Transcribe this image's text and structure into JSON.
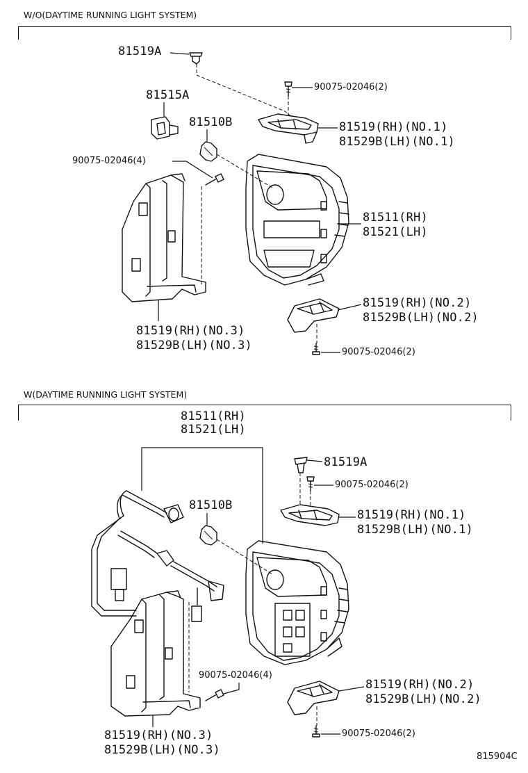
{
  "sections": [
    {
      "title": "W/O(DAYTIME RUNNING LIGHT SYSTEM)",
      "labels": {
        "clip_a": "81519A",
        "socket": "81515A",
        "bulb": "81510B",
        "screw_4": "90075-02046(4)",
        "screw_top": "90075-02046(2)",
        "bracket1_rh": "81519(RH)(NO.1)",
        "bracket1_lh": "81529B(LH)(NO.1)",
        "lamp_rh": "81511(RH)",
        "lamp_lh": "81521(LH)",
        "bracket2_rh": "81519(RH)(NO.2)",
        "bracket2_lh": "81529B(LH)(NO.2)",
        "screw_bottom": "90075-02046(2)",
        "bracket3_rh": "81519(RH)(NO.3)",
        "bracket3_lh": "81529B(LH)(NO.3)"
      }
    },
    {
      "title": "W(DAYTIME RUNNING LIGHT SYSTEM)",
      "labels": {
        "lamp_rh": "81511(RH)",
        "lamp_lh": "81521(LH)",
        "clip_a": "81519A",
        "screw_top": "90075-02046(2)",
        "bracket1_rh": "81519(RH)(NO.1)",
        "bracket1_lh": "81529B(LH)(NO.1)",
        "bulb": "81510B",
        "screw_4": "90075-02046(4)",
        "bracket2_rh": "81519(RH)(NO.2)",
        "bracket2_lh": "81529B(LH)(NO.2)",
        "screw_bottom": "90075-02046(2)",
        "bracket3_rh": "81519(RH)(NO.3)",
        "bracket3_lh": "81529B(LH)(NO.3)"
      }
    }
  ],
  "diagram_code": "815904C"
}
